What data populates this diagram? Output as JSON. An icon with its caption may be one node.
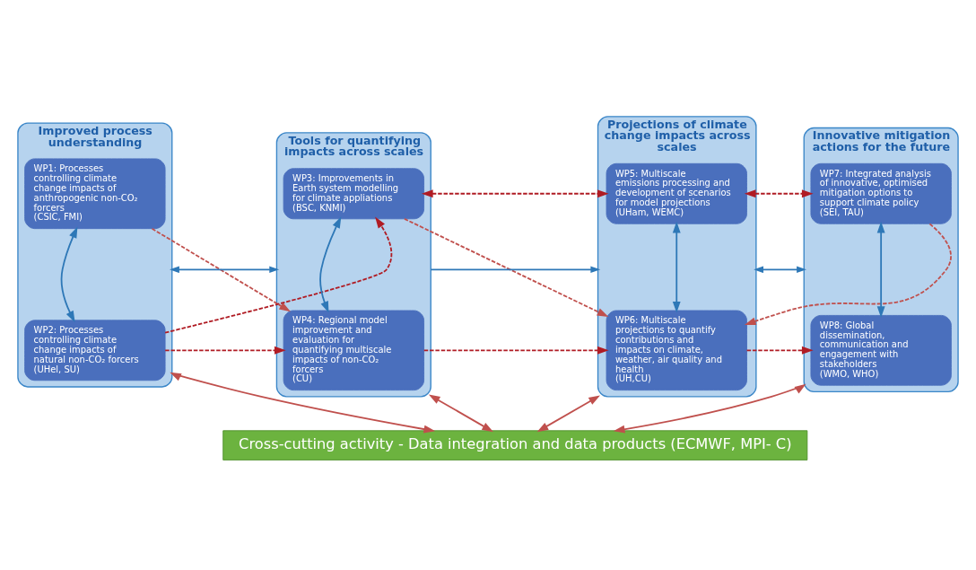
{
  "diagram": {
    "nodes": [
      {
        "text": [
          "Improved process understanding"
        ]
      },
      {
        "text": [
          "WP1: Processes controlling climate change impacts of anthropogenic non-CO₂ forcers",
          "(CSIC, FMI)"
        ],
        "in": 0
      },
      {
        "text": [
          "WP2: Processes controlling climate change impacts of natural non-CO₂ forcers",
          "(UHel, SU)"
        ],
        "in": 0
      },
      {
        "text": [
          "Tools for quantifying impacts across scales"
        ]
      },
      {
        "text": [
          "WP3: Improvements in Earth system modelling for climate appliations",
          "(BSC, KNMI)"
        ],
        "in": 3
      },
      {
        "text": [
          "WP4: Regional model improvement and evaluation for quantifying multiscale impacts of non-CO₂ forcers",
          "(CU)"
        ],
        "in": 3
      },
      {
        "text": [
          "Projections of climate change impacts across scales"
        ]
      },
      {
        "text": [
          "WP5: Multiscale emissions processing and development of scenarios for model projections",
          "(UHam, WEMC)"
        ],
        "in": 6
      },
      {
        "text": [
          "WP6: Multiscale projections to quantify contributions and impacts on climate, weather, air quality and health",
          "(UH,CU)"
        ],
        "in": 6
      },
      {
        "text": [
          "Innovative mitigation actions for the future"
        ]
      },
      {
        "text": [
          "WP7: Integrated analysis of innovative, optimised mitigation options to support climate policy",
          "(SEI, TAU)"
        ],
        "in": 9
      },
      {
        "text": [
          "WP8: Global dissemination, communication and engagement with stakeholders",
          "(WMO, WHO)"
        ],
        "in": 9
      },
      {
        "text": [
          "Cross-cutting activity - Data integration and data products (ECMWF, MPI- C)"
        ]
      }
    ],
    "edges": [
      {
        "from": 1,
        "to": 2,
        "arrow": "both",
        "color": "#2e78b7"
      },
      {
        "from": 4,
        "to": 5,
        "arrow": "both",
        "color": "#2e78b7"
      },
      {
        "from": 7,
        "to": 8,
        "arrow": "both",
        "color": "#2e78b7"
      },
      {
        "from": 10,
        "to": 11,
        "arrow": "both",
        "color": "#2e78b7"
      },
      {
        "from": 0,
        "to": 3,
        "arrow": "both",
        "color": "#2e78b7"
      },
      {
        "from": 3,
        "to": 6,
        "arrow": "to",
        "color": "#2e78b7"
      },
      {
        "from": 6,
        "to": 9,
        "arrow": "both",
        "color": "#2e78b7"
      },
      {
        "from": 2,
        "to": 4,
        "arrow": "to",
        "style": "dashed",
        "color": "#b01c24"
      },
      {
        "from": 1,
        "to": 5,
        "arrow": "to",
        "style": "dashed",
        "color": "#c0504d"
      },
      {
        "from": 4,
        "to": 7,
        "arrow": "both",
        "style": "dashed",
        "color": "#b01c24"
      },
      {
        "from": 7,
        "to": 10,
        "arrow": "both",
        "style": "dashed",
        "color": "#b01c24"
      },
      {
        "from": 4,
        "to": 8,
        "arrow": "to",
        "style": "dashed",
        "color": "#c0504d"
      },
      {
        "from": 10,
        "to": 8,
        "arrow": "to",
        "style": "dashed",
        "color": "#c0504d"
      },
      {
        "from": 2,
        "to": 5,
        "arrow": "to",
        "style": "dashed",
        "color": "#b01c24"
      },
      {
        "from": 5,
        "to": 8,
        "arrow": "to",
        "style": "dashed",
        "color": "#b01c24"
      },
      {
        "from": 8,
        "to": 11,
        "arrow": "to",
        "style": "dashed",
        "color": "#b01c24"
      },
      {
        "from": 0,
        "to": 12,
        "arrow": "both",
        "color": "#c0504d"
      },
      {
        "from": 3,
        "to": 12,
        "arrow": "both",
        "color": "#c0504d"
      },
      {
        "from": 6,
        "to": 12,
        "arrow": "both",
        "color": "#c0504d"
      },
      {
        "from": 9,
        "to": 12,
        "arrow": "both",
        "color": "#c0504d"
      }
    ]
  }
}
